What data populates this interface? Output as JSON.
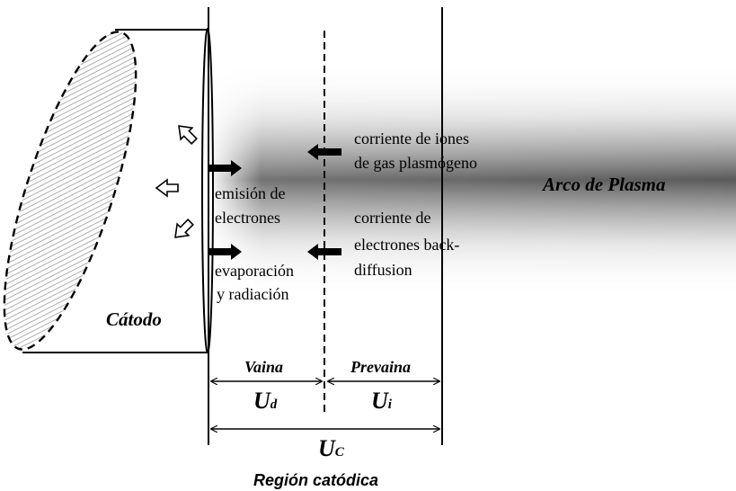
{
  "labels": {
    "cathode": "Cátodo",
    "plasma_arc": "Arco de Plasma",
    "electron_emission_line1": "emisión de",
    "electron_emission_line2": "electrones",
    "evaporation_line1": "evaporación",
    "evaporation_line2": "y radiación",
    "ion_current_line1": "corriente de iones",
    "ion_current_line2": "de gas plasmógeno",
    "backdiffusion_line1": "corriente de",
    "backdiffusion_line2": "electrones back-",
    "backdiffusion_line3": "diffusion",
    "sheath": "Vaina",
    "presheath": "Prevaina",
    "ud_main": "U",
    "ud_sub": "d",
    "ui_main": "U",
    "ui_sub": "i",
    "uc_main": "U",
    "uc_sub": "C",
    "cathode_region": "Región catódica"
  },
  "colors": {
    "line": "#000000",
    "hatch": "#9a9a9a",
    "plasma_core": "#5a5a5a",
    "background": "#ffffff"
  }
}
